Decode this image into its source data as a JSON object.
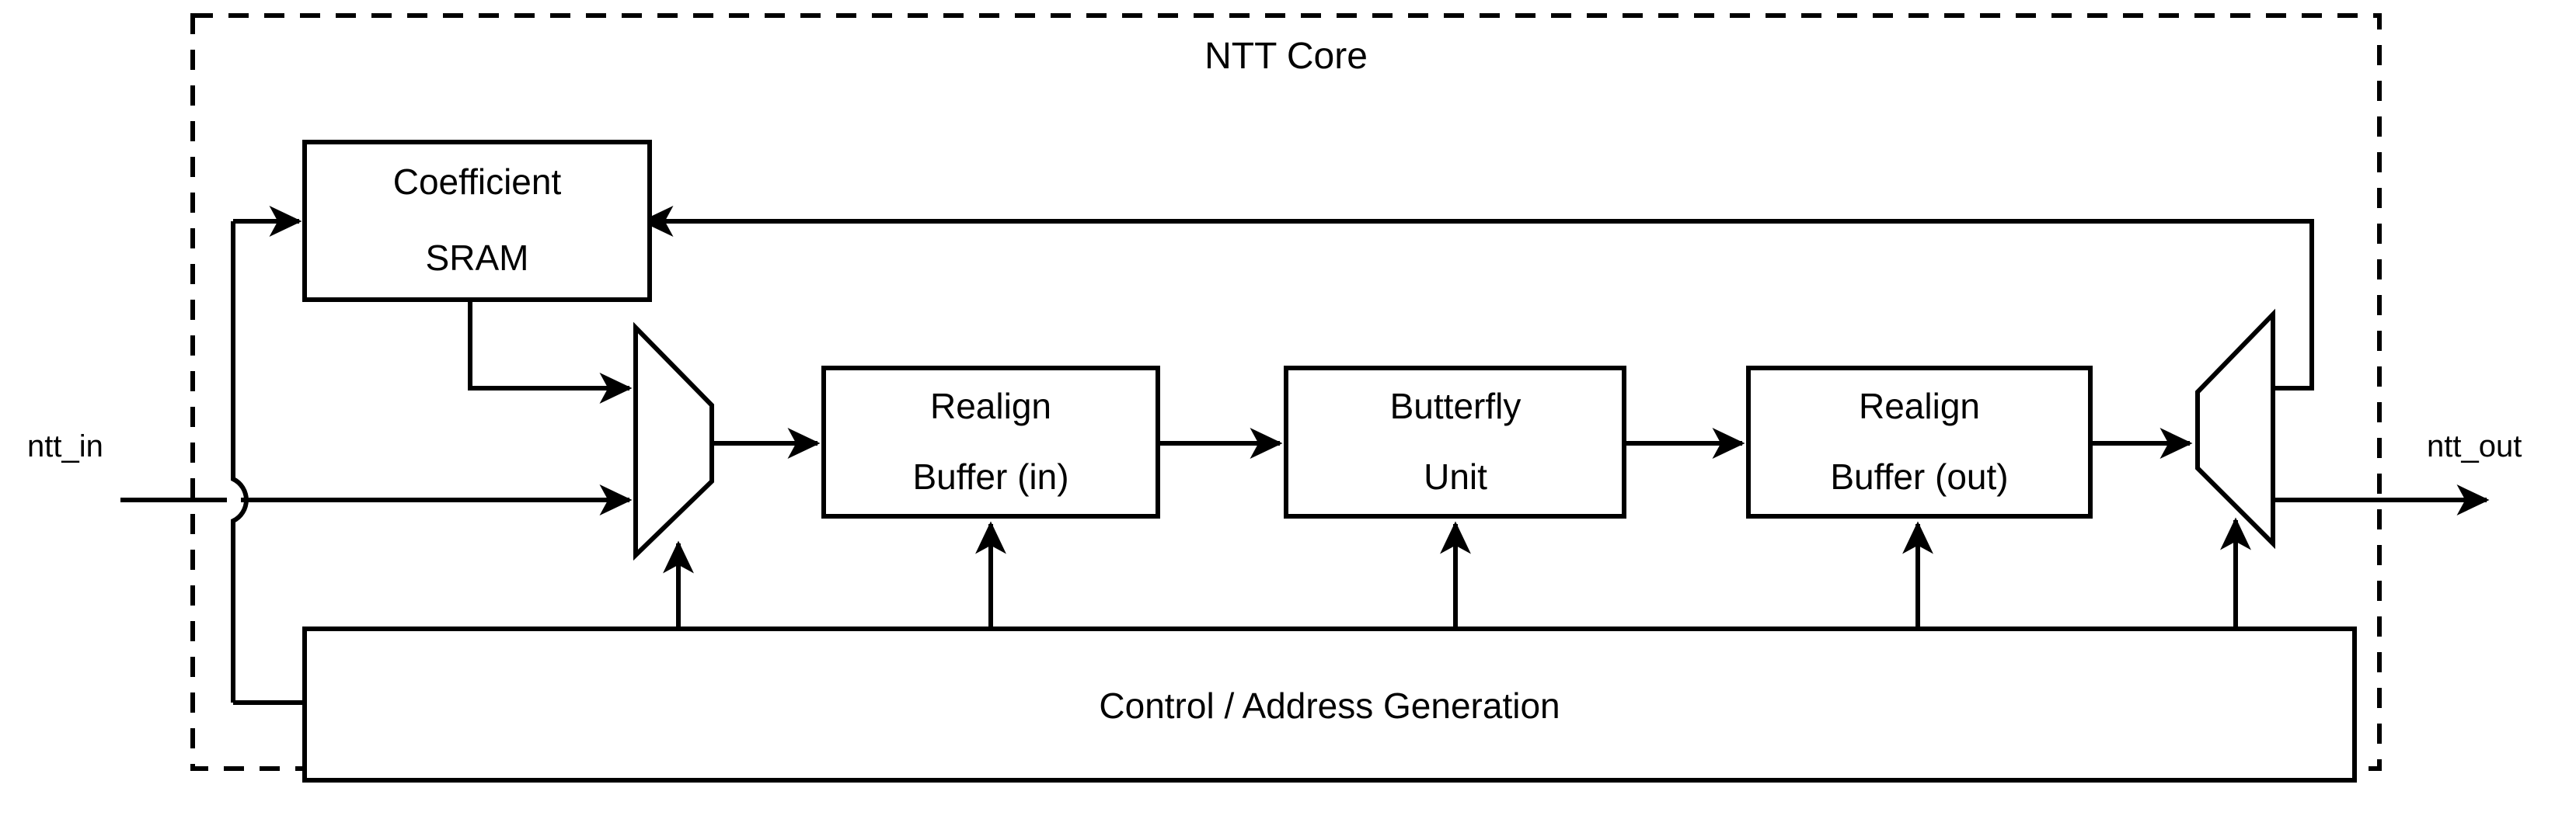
{
  "diagram": {
    "title": "NTT Core",
    "boundary_style": "dashed",
    "ports": {
      "input_label": "ntt_in",
      "output_label": "ntt_out"
    },
    "blocks": [
      {
        "id": "coeff_sram",
        "label_line1": "Coefficient",
        "label_line2": "SRAM"
      },
      {
        "id": "realign_in",
        "label_line1": "Realign",
        "label_line2": "Buffer (in)"
      },
      {
        "id": "butterfly",
        "label_line1": "Butterfly",
        "label_line2": "Unit"
      },
      {
        "id": "realign_out",
        "label_line1": "Realign",
        "label_line2": "Buffer (out)"
      },
      {
        "id": "control",
        "label_line1": "Control / Address Generation",
        "label_line2": ""
      }
    ],
    "muxes": [
      {
        "id": "input_mux",
        "orientation": "left-wide"
      },
      {
        "id": "output_mux",
        "orientation": "right-wide"
      }
    ],
    "colors": {
      "line": "#000000",
      "fill": "#ffffff",
      "text": "#000000"
    }
  }
}
